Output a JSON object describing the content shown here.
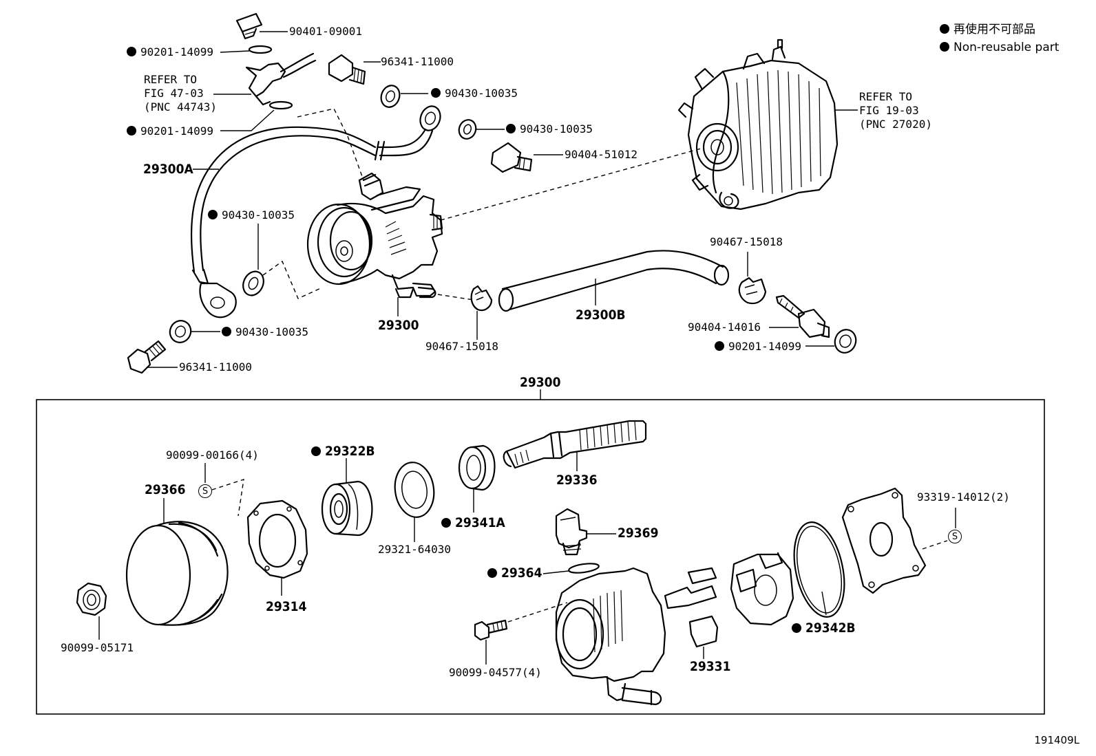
{
  "legend": {
    "jp": "再使用不可部品",
    "en": "Non-reusable part"
  },
  "diagram_code": "191409L",
  "references": {
    "ref1": {
      "l1": "REFER TO",
      "l2": "FIG 47-03",
      "l3": "(PNC 44743)"
    },
    "ref2": {
      "l1": "REFER TO",
      "l2": "FIG 19-03",
      "l3": "(PNC 27020)"
    }
  },
  "upper": {
    "p90401": "90401-09001",
    "p90201a": "90201-14099",
    "p96341a": "96341-11000",
    "p90430a": "90430-10035",
    "p90201b": "90201-14099",
    "p90430b": "90430-10035",
    "p90404a": "90404-51012",
    "p29300A": "29300A",
    "p90430c": "90430-10035",
    "p29300": "29300",
    "p90467a": "90467-15018",
    "p29300B": "29300B",
    "p90467b": "90467-15018",
    "p90404b": "90404-14016",
    "p90201c": "90201-14099",
    "p90430d": "90430-10035",
    "p96341b": "96341-11000"
  },
  "assembly_title": "29300",
  "lower": {
    "p90099a": "90099-00166(4)",
    "p29322B": "29322B",
    "p29336": "29336",
    "p29366": "29366",
    "p29341A": "29341A",
    "p29369": "29369",
    "p93319": "93319-14012(2)",
    "p29321": "29321-64030",
    "p29364": "29364",
    "p29314": "29314",
    "p29342B": "29342B",
    "p90099b": "90099-05171",
    "p29331": "29331",
    "p90099c": "90099-04577(4)"
  },
  "smark": "S"
}
